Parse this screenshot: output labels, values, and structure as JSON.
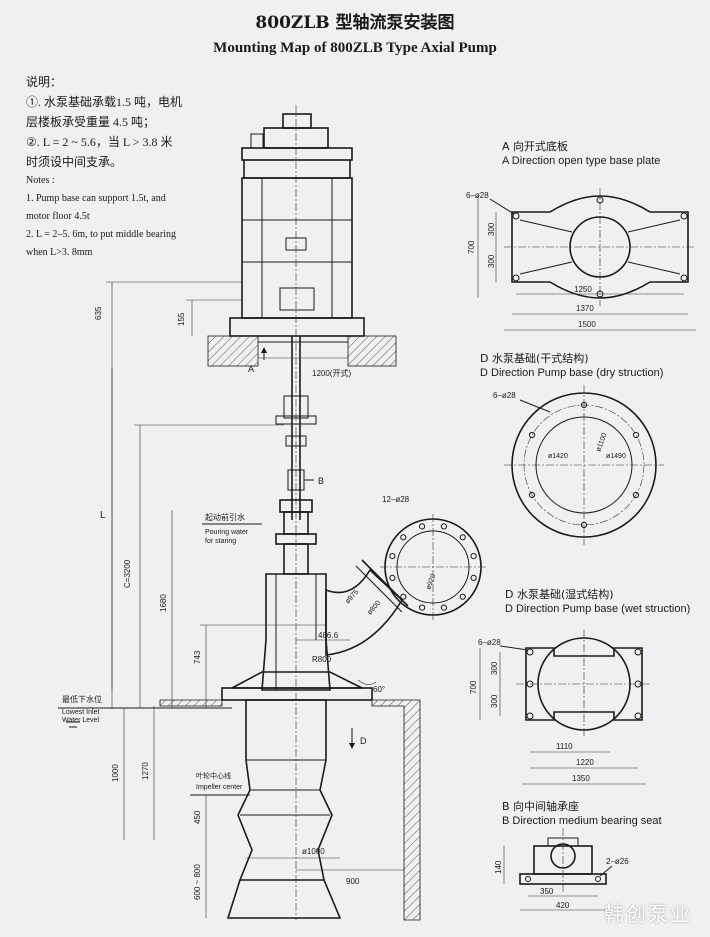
{
  "title_cn": "800ZLB 型轴流泵安装图",
  "title_en": "Mounting Map of 800ZLB Type Axial Pump",
  "notes": {
    "heading_cn": "说明：",
    "line1_cn": "①. 水泵基础承载1.5 吨，电机",
    "line2_cn": "层楼板承受重量 4.5 吨；",
    "line3_cn": "②. L = 2 ~ 5.6，当 L > 3.8 米",
    "line4_cn": "时须设中间支承。",
    "heading_en": "Notes :",
    "en1": "1.  Pump base can support 1.5t,  and",
    "en2": "motor  floor 4.5t",
    "en3": "2.  L = 2–5. 6m, to put middle bearing",
    "en4": "when L>3. 8mm"
  },
  "views": {
    "a": {
      "cn": "A 向开式底板",
      "en": "A  Direction open type base plate"
    },
    "d_dry": {
      "cn": "D 水泵基础(干式结构)",
      "en": "D  Direction Pump base (dry struction)"
    },
    "d_wet": {
      "cn": "D 水泵基础(湿式结构)",
      "en": "D  Direction Pump base (wet struction)"
    },
    "b": {
      "cn": "B 向中间轴承座",
      "en": "B  Direction medium bearing seat"
    }
  },
  "labels": {
    "pouring_cn": "起动前引水",
    "pouring_en1": "Pouring water",
    "pouring_en2": "for staring",
    "level_cn": "最低下水位",
    "level_en1": "Lowest Inlet",
    "level_en2": "Water Level",
    "impeller_cn": "叶轮中心线",
    "impeller_en": "Impeller center",
    "mark_a": "A",
    "mark_b": "B",
    "mark_d": "D"
  },
  "dims_main": {
    "d635": "635",
    "d155": "155",
    "d1200": "1200(开式)",
    "dL": "L",
    "dC": "C=3200",
    "d1680": "1680",
    "d743": "743",
    "d4866": "486.6",
    "dR800": "R800",
    "d60": "60°",
    "d1270": "1270",
    "d1000": "1000",
    "d450": "450",
    "d600800": "600 ~ 800",
    "dphi1000": "ø1000",
    "d900": "900",
    "dphi975": "ø975",
    "dphi800": "ø800",
    "dphi920": "ø920",
    "holes12": "12–ø28"
  },
  "dims_a": {
    "holes": "6–ø28",
    "d300a": "300",
    "d300b": "300",
    "d700": "700",
    "d1250": "1250",
    "d1370": "1370",
    "d1500": "1500"
  },
  "dims_ddry": {
    "holes": "6–ø28",
    "d1420": "ø1420",
    "d1100": "ø1100",
    "d1490": "ø1490"
  },
  "dims_dwet": {
    "holes": "6–ø28",
    "d300a": "300",
    "d300b": "300",
    "d700": "700",
    "d1110": "1110",
    "d1220": "1220",
    "d1350": "1350"
  },
  "dims_b": {
    "holes": "2–ø26",
    "d140": "140",
    "d350": "350",
    "d420": "420"
  },
  "watermark": "韩创泵业"
}
